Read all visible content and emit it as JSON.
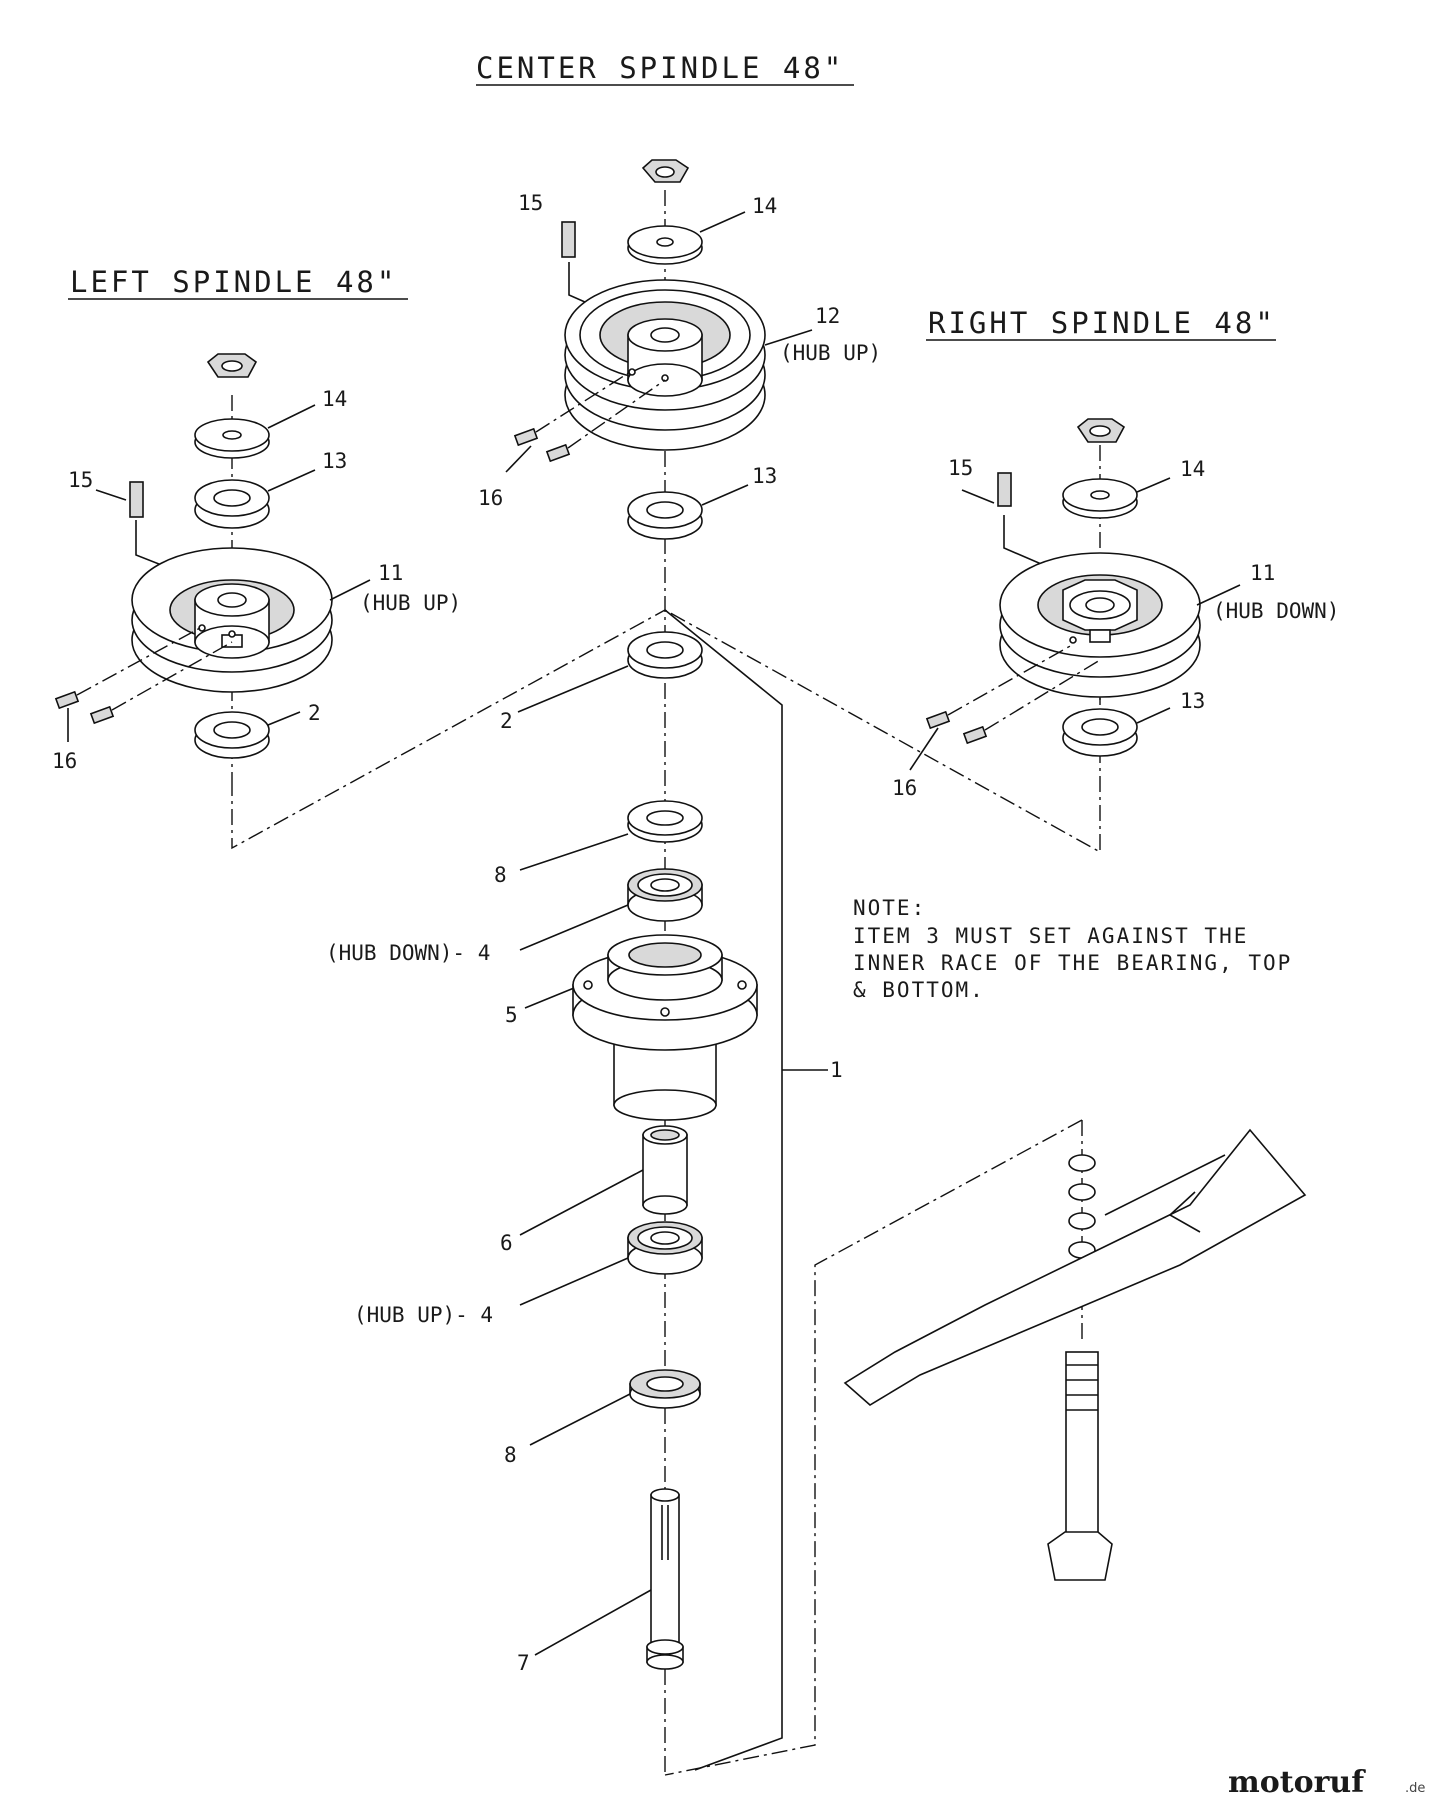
{
  "titles": {
    "center": "CENTER SPINDLE 48\"",
    "left": "LEFT SPINDLE 48\"",
    "right": "RIGHT SPINDLE 48\""
  },
  "callouts": {
    "c_15": "15",
    "c_14": "14",
    "c_12": "12",
    "c_12_note": "(HUB UP)",
    "c_16": "16",
    "c_13": "13",
    "l_14": "14",
    "l_13": "13",
    "l_15": "15",
    "l_11": "11",
    "l_11_note": "(HUB UP)",
    "l_2": "2",
    "l_16": "16",
    "r_15": "15",
    "r_14": "14",
    "r_11": "11",
    "r_11_note": "(HUB DOWN)",
    "r_13": "13",
    "r_16": "16",
    "m_2": "2",
    "m_8a": "8",
    "m_4a": "(HUB DOWN)- 4",
    "m_5": "5",
    "m_1": "1",
    "m_6": "6",
    "m_4b": "(HUB UP)- 4",
    "m_8b": "8",
    "m_7": "7"
  },
  "note": {
    "heading": "NOTE:",
    "line1": "ITEM 3 MUST SET AGAINST THE",
    "line2": "INNER RACE OF THE BEARING, TOP",
    "line3": "& BOTTOM."
  },
  "watermark": {
    "brand": "motoruf",
    "suffix": ".de"
  },
  "colors": {
    "ink": "#111111",
    "background": "#ffffff",
    "logo_blue": "#1f5fa8",
    "logo_green": "#3a9a3a",
    "logo_red": "#c8322a",
    "logo_orange": "#e0912a"
  }
}
